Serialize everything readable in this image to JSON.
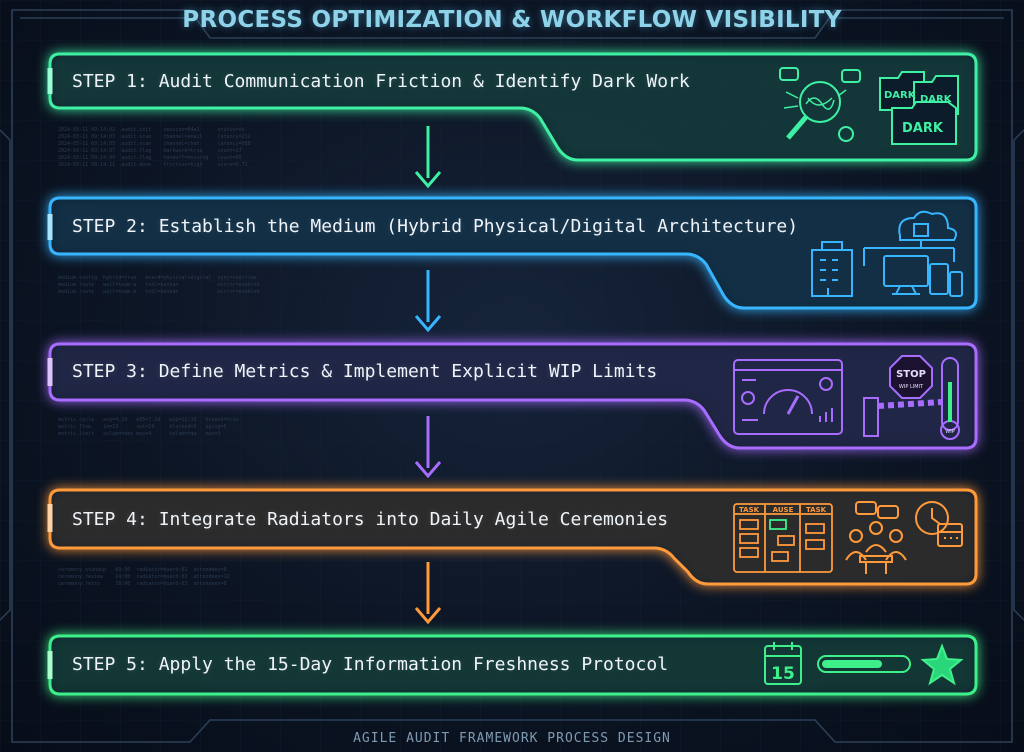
{
  "title": "PROCESS OPTIMIZATION & WORKFLOW VISIBILITY",
  "footer": "AGILE AUDIT FRAMEWORK PROCESS DESIGN",
  "steps": [
    {
      "label": "STEP 1: Audit Communication Friction & Identify Dark Work",
      "color": "#3ef0a3",
      "folder_labels": [
        "DARK",
        "DARK",
        "DARK"
      ]
    },
    {
      "label": "STEP 2: Establish the Medium (Hybrid Physical/Digital Architecture)",
      "color": "#37b6ff"
    },
    {
      "label": "STEP 3: Define Metrics & Implement Explicit WIP Limits",
      "color": "#a86cff",
      "stop_sign": "STOP",
      "stop_sub": "WIP LIMIT",
      "wip": "WIP"
    },
    {
      "label": "STEP 4: Integrate Radiators into Daily Agile Ceremonies",
      "color": "#ff9a3c",
      "board_columns": [
        "TASK",
        "AUSE",
        "TASK"
      ]
    },
    {
      "label": "STEP 5: Apply the 15-Day Information Freshness Protocol",
      "color": "#3ef08a",
      "calendar_day": "15"
    }
  ]
}
